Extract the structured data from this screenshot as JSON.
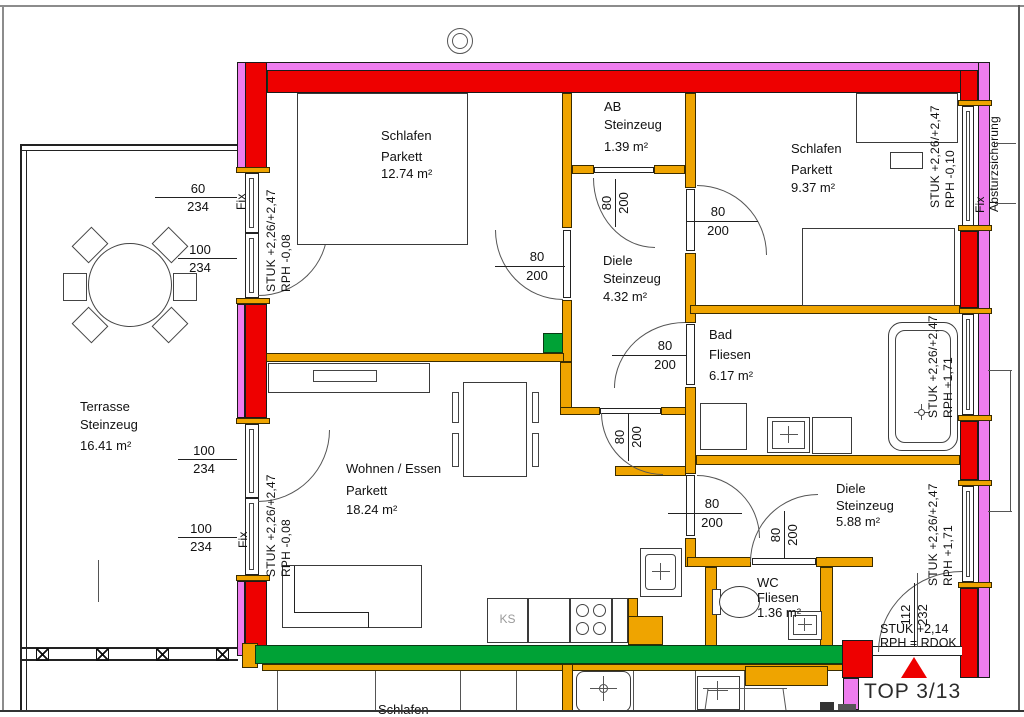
{
  "meta": {
    "top_label": "TOP 3/13"
  },
  "rooms": {
    "schlafen1": {
      "name": "Schlafen",
      "finish": "Parkett",
      "area": "12.74 m²"
    },
    "ab": {
      "name": "AB",
      "finish": "Steinzeug",
      "area": "1.39 m²"
    },
    "schlafen2": {
      "name": "Schlafen",
      "finish": "Parkett",
      "area": "9.37 m²"
    },
    "diele1": {
      "name": "Diele",
      "finish": "Steinzeug",
      "area": "4.32 m²"
    },
    "bad": {
      "name": "Bad",
      "finish": "Fliesen",
      "area": "6.17 m²"
    },
    "wohnen": {
      "name": "Wohnen / Essen",
      "finish": "Parkett",
      "area": "18.24 m²"
    },
    "terrasse": {
      "name": "Terrasse",
      "finish": "Steinzeug",
      "area": "16.41 m²"
    },
    "diele2": {
      "name": "Diele",
      "finish": "Steinzeug",
      "area": "5.88 m²"
    },
    "wc": {
      "name": "WC",
      "finish": "Fliesen",
      "area": "1.36 m²"
    },
    "neighbor": {
      "name": "Schlafen"
    }
  },
  "doors": {
    "schlafen1": {
      "w": "80",
      "h": "200"
    },
    "ab": {
      "w": "80",
      "h": "200"
    },
    "schlafen2": {
      "w": "80",
      "h": "200"
    },
    "bad": {
      "w": "80",
      "h": "200"
    },
    "wohnen_diele": {
      "w": "80",
      "h": "200"
    },
    "diele2": {
      "w": "80",
      "h": "200"
    },
    "wc": {
      "w": "80",
      "h": "200"
    },
    "entrance": {
      "w": "112",
      "h": "232",
      "stuk": "STUK +2,14",
      "rph": "RPH = RDOK"
    }
  },
  "windows": {
    "left_fix": {
      "w": "60",
      "h": "234",
      "tag": "Fix"
    },
    "left_schlafen": {
      "w": "100",
      "h": "234",
      "stuk": "STUK +2,26/+2,47",
      "rph": "RPH  -0,08"
    },
    "left_wohnen_top": {
      "w": "100",
      "h": "234",
      "stuk": "STUK +2,26/+2,47",
      "rph": "RPH  -0,08"
    },
    "left_wohnen_bot": {
      "w": "100",
      "h": "234",
      "tag": "Fix"
    },
    "right_schlafen": {
      "stuk": "STUK +2,26/+2,47",
      "rph": "RPH  -0,10",
      "tag": "Fix",
      "guard": "Absturzsicherung"
    },
    "right_bad": {
      "stuk": "STUK +2,26/+2,47",
      "rph": "RPH  +1,71"
    },
    "right_diele": {
      "stuk": "STUK +2,26/+2,47",
      "rph": "RPH  +1,71"
    }
  },
  "kitchen": {
    "ks": "KS"
  },
  "colors": {
    "exterior_insulation": "#ee7dee",
    "exterior_wall": "#ee0000",
    "interior_wall": "#efa400",
    "party_wall": "#00a236",
    "entrance_marker": "#ee0000"
  }
}
